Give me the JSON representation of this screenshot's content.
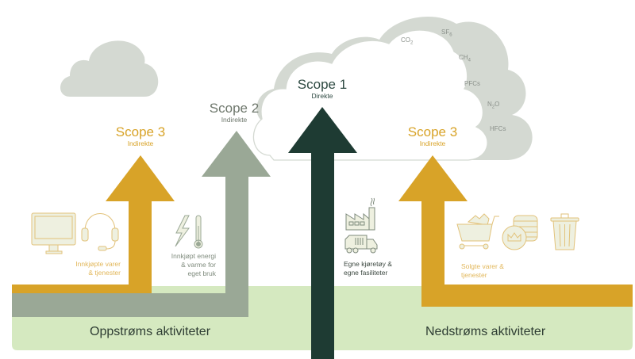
{
  "colors": {
    "gold": "#D8A328",
    "sage": "#9AA896",
    "dark_green": "#1E3B33",
    "light_green": "#D5E9C0",
    "cloud_gray": "#D4D9D2",
    "gas_text": "#8A908A"
  },
  "scopes": [
    {
      "id": "scope3-upstream",
      "title": "Scope 3",
      "subtitle": "Indirekte"
    },
    {
      "id": "scope2",
      "title": "Scope 2",
      "subtitle": "Indirekte"
    },
    {
      "id": "scope1",
      "title": "Scope 1",
      "subtitle": "Direkte"
    },
    {
      "id": "scope3-downstream",
      "title": "Scope 3",
      "subtitle": "Indirekte"
    }
  ],
  "gases": [
    {
      "base": "CO",
      "sub": "2"
    },
    {
      "base": "SF",
      "sub": "6"
    },
    {
      "base": "CH",
      "sub": "4"
    },
    {
      "base": "PFCs",
      "sub": ""
    },
    {
      "base": "N",
      "sub": "2",
      "suffix": "O"
    },
    {
      "base": "HFCs",
      "sub": ""
    }
  ],
  "captions": {
    "purchased_goods": [
      "Innkjøpte varer",
      "& tjenester"
    ],
    "purchased_energy": [
      "Innkjøpt energi",
      "& varme for",
      "eget bruk"
    ],
    "own_assets": [
      "Egne kjøretøy &",
      "egne fasiliteter"
    ],
    "sold_goods": [
      "Solgte varer &",
      "tjenester"
    ]
  },
  "bands": {
    "upstream": "Oppstrøms aktiviteter",
    "downstream": "Nedstrøms aktiviteter"
  }
}
